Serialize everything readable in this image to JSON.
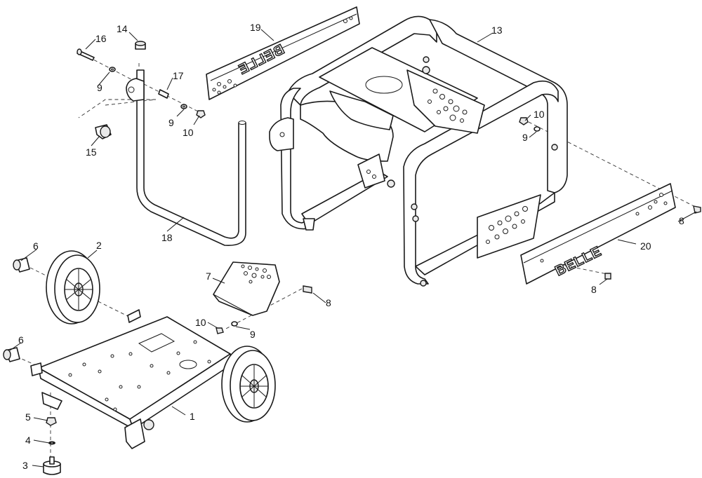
{
  "diagram": {
    "brand_mark": "BELLE",
    "callouts": [
      {
        "id": "c1",
        "label": "1"
      },
      {
        "id": "c2",
        "label": "2"
      },
      {
        "id": "c3",
        "label": "3"
      },
      {
        "id": "c4",
        "label": "4"
      },
      {
        "id": "c5",
        "label": "5"
      },
      {
        "id": "c6a",
        "label": "6"
      },
      {
        "id": "c6b",
        "label": "6"
      },
      {
        "id": "c7",
        "label": "7"
      },
      {
        "id": "c8a",
        "label": "8"
      },
      {
        "id": "c8b",
        "label": "8"
      },
      {
        "id": "c8c",
        "label": "8"
      },
      {
        "id": "c9a",
        "label": "9"
      },
      {
        "id": "c9b",
        "label": "9"
      },
      {
        "id": "c9c",
        "label": "9"
      },
      {
        "id": "c9d",
        "label": "9"
      },
      {
        "id": "c10a",
        "label": "10"
      },
      {
        "id": "c10b",
        "label": "10"
      },
      {
        "id": "c10c",
        "label": "10"
      },
      {
        "id": "c13",
        "label": "13"
      },
      {
        "id": "c14",
        "label": "14"
      },
      {
        "id": "c15",
        "label": "15"
      },
      {
        "id": "c16",
        "label": "16"
      },
      {
        "id": "c17",
        "label": "17"
      },
      {
        "id": "c18",
        "label": "18"
      },
      {
        "id": "c19",
        "label": "19"
      },
      {
        "id": "c20",
        "label": "20"
      }
    ]
  }
}
